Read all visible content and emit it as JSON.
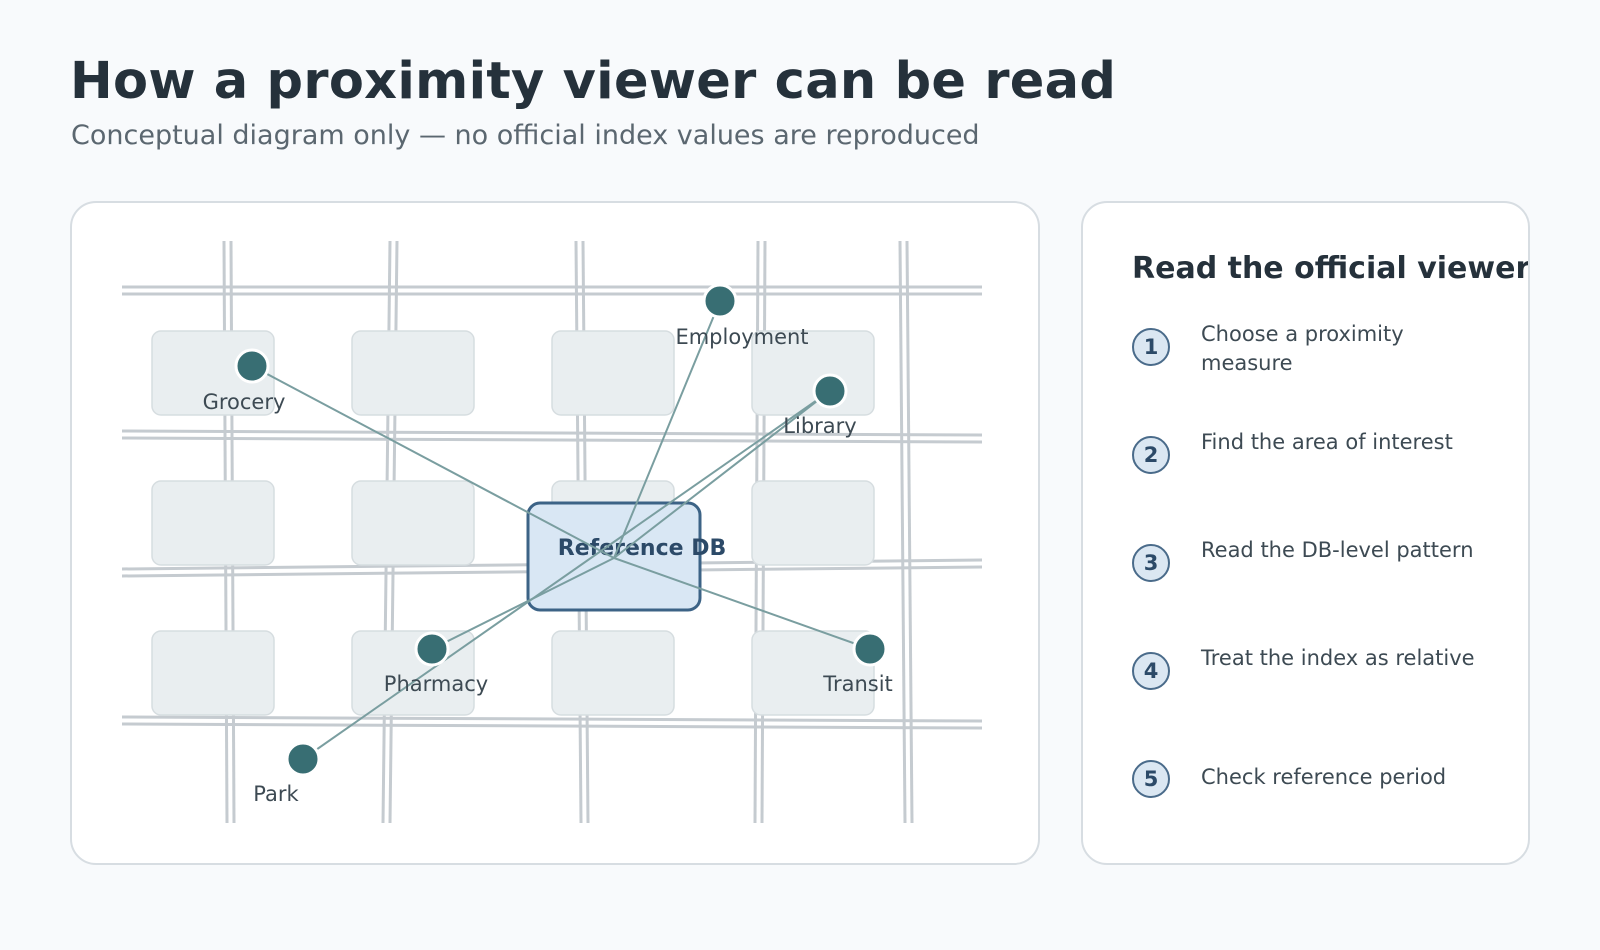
{
  "page": {
    "title": "How a proximity viewer can be read",
    "subtitle": "Conceptual diagram only — no official index values are reproduced"
  },
  "diagram": {
    "center_label": "Reference DB",
    "destinations": [
      {
        "id": "grocery",
        "label": "Grocery"
      },
      {
        "id": "employment",
        "label": "Employment"
      },
      {
        "id": "library",
        "label": "Library"
      },
      {
        "id": "pharmacy",
        "label": "Pharmacy"
      },
      {
        "id": "transit",
        "label": "Transit"
      },
      {
        "id": "park",
        "label": "Park"
      }
    ]
  },
  "steps_panel": {
    "title": "Read the official viewer",
    "steps": [
      {
        "number": "1",
        "text": "Choose a proximity measure"
      },
      {
        "number": "2",
        "text": "Find the area of interest"
      },
      {
        "number": "3",
        "text": "Read the DB-level pattern"
      },
      {
        "number": "4",
        "text": "Treat the index as relative"
      },
      {
        "number": "5",
        "text": "Check reference period"
      }
    ]
  },
  "colors": {
    "node": "#386e73",
    "link": "#7a9ea0",
    "center_fill": "#d9e7f4",
    "center_stroke": "#3c6386",
    "block_fill": "#e9eef0",
    "road": "#c5cbd0"
  }
}
